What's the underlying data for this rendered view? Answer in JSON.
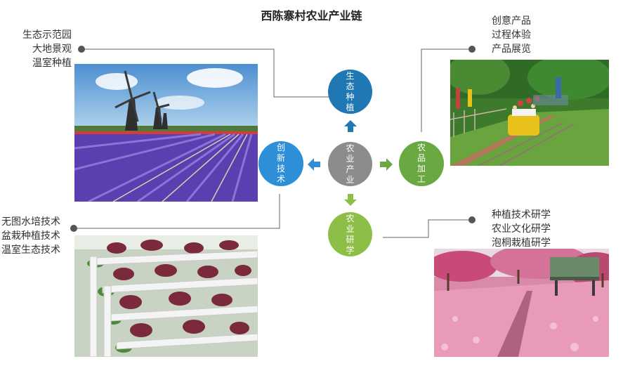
{
  "title": "西陈寨村农业产业链",
  "center": {
    "label": "农业产业",
    "color": "#8c8c8c"
  },
  "nodes": {
    "top": {
      "label": "生态种植",
      "color": "#1f77b4"
    },
    "left": {
      "label": "创新技术",
      "color": "#2e8fd8"
    },
    "right": {
      "label": "农品加工",
      "color": "#6aa842"
    },
    "bottom": {
      "label": "农业研学",
      "color": "#8dbf48"
    }
  },
  "labels": {
    "top_left": [
      "生态示范园",
      "大地景观",
      "温室种植"
    ],
    "top_right": [
      "创意产品",
      "过程体验",
      "产品展览"
    ],
    "bottom_left": [
      "无图水培技术",
      "盆栽种植技术",
      "温室生态技术"
    ],
    "bottom_right": [
      "种植技术研学",
      "农业文化研学",
      "泡桐栽植研学"
    ]
  },
  "arrow_colors": {
    "up": "#1f77b4",
    "left": "#2e8fd8",
    "right": "#6aa842",
    "down": "#8dbf48"
  },
  "images": {
    "top_left": "windmill-tulip-field",
    "top_right": "sightseeing-train",
    "bottom_left": "hydroponic-pipes",
    "bottom_right": "blossom-path"
  }
}
